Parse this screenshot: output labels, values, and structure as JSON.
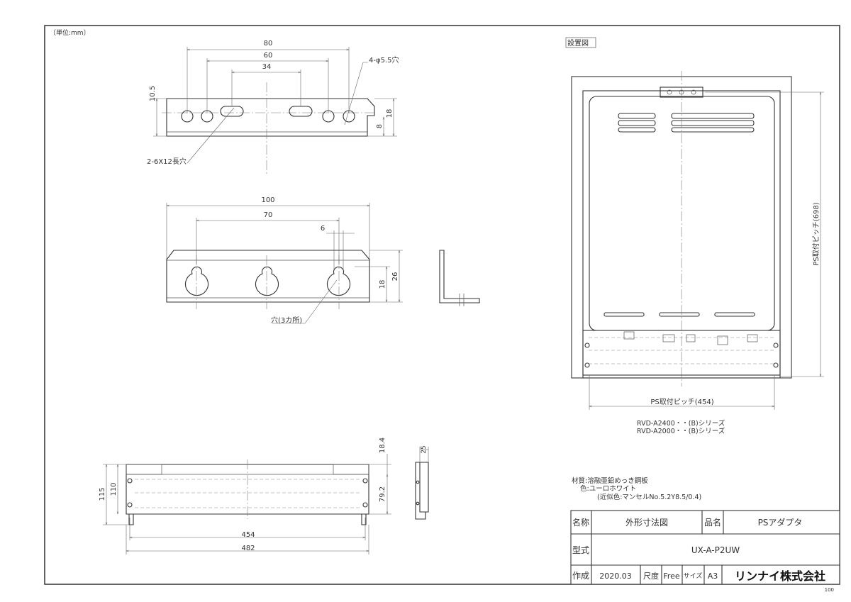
{
  "unit_note": "〔単位:mm〕",
  "bracket_top": {
    "dim_80": "80",
    "dim_60": "60",
    "dim_34": "34",
    "dim_10_5": "10.5",
    "dim_18": "18",
    "dim_8": "8",
    "hole_callout": "4-φ5.5穴",
    "slot_callout": "2-6X12長穴"
  },
  "bracket_mid": {
    "dim_100": "100",
    "dim_70": "70",
    "dim_6": "6",
    "dim_18": "18",
    "dim_26": "26",
    "hole_callout": "穴(3カ所)"
  },
  "bracket_bottom": {
    "dim_454": "454",
    "dim_482": "482",
    "dim_115": "115",
    "dim_110": "110",
    "dim_79_2": "79.2",
    "dim_18_4": "18.4",
    "dim_25": "25"
  },
  "install": {
    "label": "設置図",
    "pitch_vertical": "PS取付ピッチ(698)",
    "pitch_horizontal": "PS取付ピッチ(454)",
    "series_1": "RVD-A2400・・(B)シリーズ",
    "series_2": "RVD-A2000・・(B)シリーズ"
  },
  "material": {
    "line1": "材質:溶融亜鉛めっき鋼板",
    "line2": "色:ユーロホワイト",
    "line3": "(近似色:マンセルNo.5.2Y8.5/0.4)"
  },
  "title_block": {
    "name_label": "名称",
    "name_value": "外形寸法図",
    "product_label": "品名",
    "product_value": "PSアダプタ",
    "model_label": "型式",
    "model_value": "UX-A-P2UW",
    "created_label": "作成",
    "created_value": "2020.03",
    "scale_label": "尺度",
    "scale_value": "Free",
    "size_label": "サイズ",
    "size_value": "A3",
    "company": "リンナイ株式会社"
  },
  "page_corner": "100"
}
